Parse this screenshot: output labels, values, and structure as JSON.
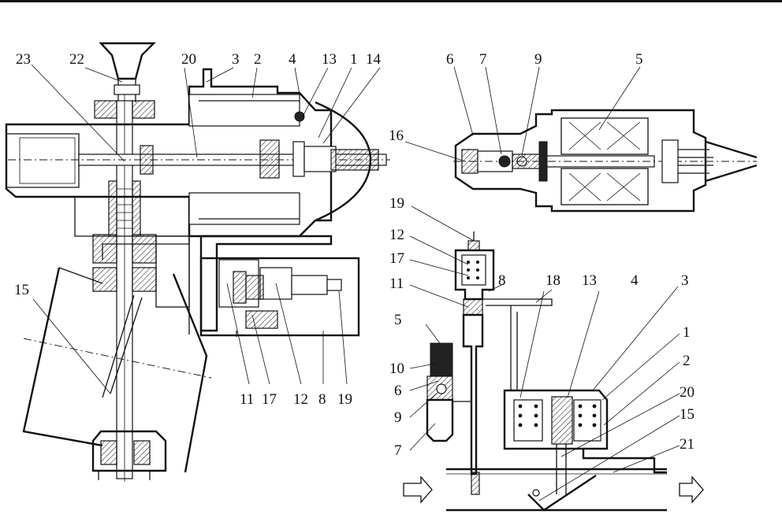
{
  "labels": {
    "left": {
      "l23": "23",
      "l22": "22",
      "l20": "20",
      "l3": "3",
      "l2": "2",
      "l4": "4",
      "l13": "13",
      "l1": "1",
      "l14": "14",
      "l15": "15",
      "b11": "11",
      "b17": "17",
      "b12": "12",
      "b8": "8",
      "b19": "19"
    },
    "topright": {
      "l6": "6",
      "l7": "7",
      "l9": "9",
      "l5": "5",
      "l16": "16"
    },
    "bottomright": {
      "l19": "19",
      "l12": "12",
      "l17": "17",
      "l11": "11",
      "l8": "8",
      "l18": "18",
      "l13": "13",
      "l4": "4",
      "l3": "3",
      "l5": "5",
      "l10": "10",
      "l6": "6",
      "l9": "9",
      "l7": "7",
      "l1": "1",
      "l2": "2",
      "l20": "20",
      "l15": "15",
      "l21": "21"
    }
  }
}
